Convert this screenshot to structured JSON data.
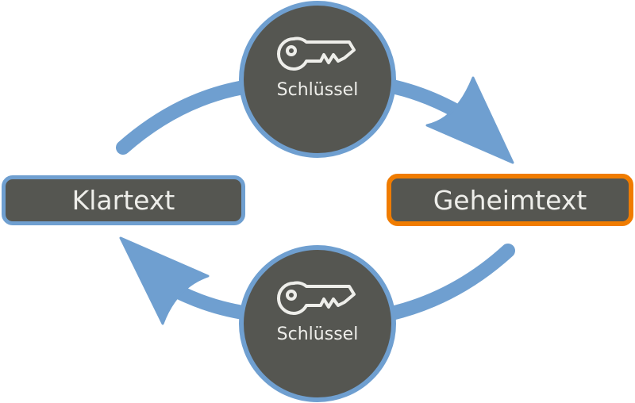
{
  "nodes": {
    "plaintext": "Klartext",
    "ciphertext": "Geheimtext",
    "key_top": "Schlüssel",
    "key_bottom": "Schlüssel"
  },
  "colors": {
    "arrow": "#6f9fd0",
    "node_fill": "#555651",
    "highlight_border": "#f07c00",
    "text": "#eeeeea"
  }
}
